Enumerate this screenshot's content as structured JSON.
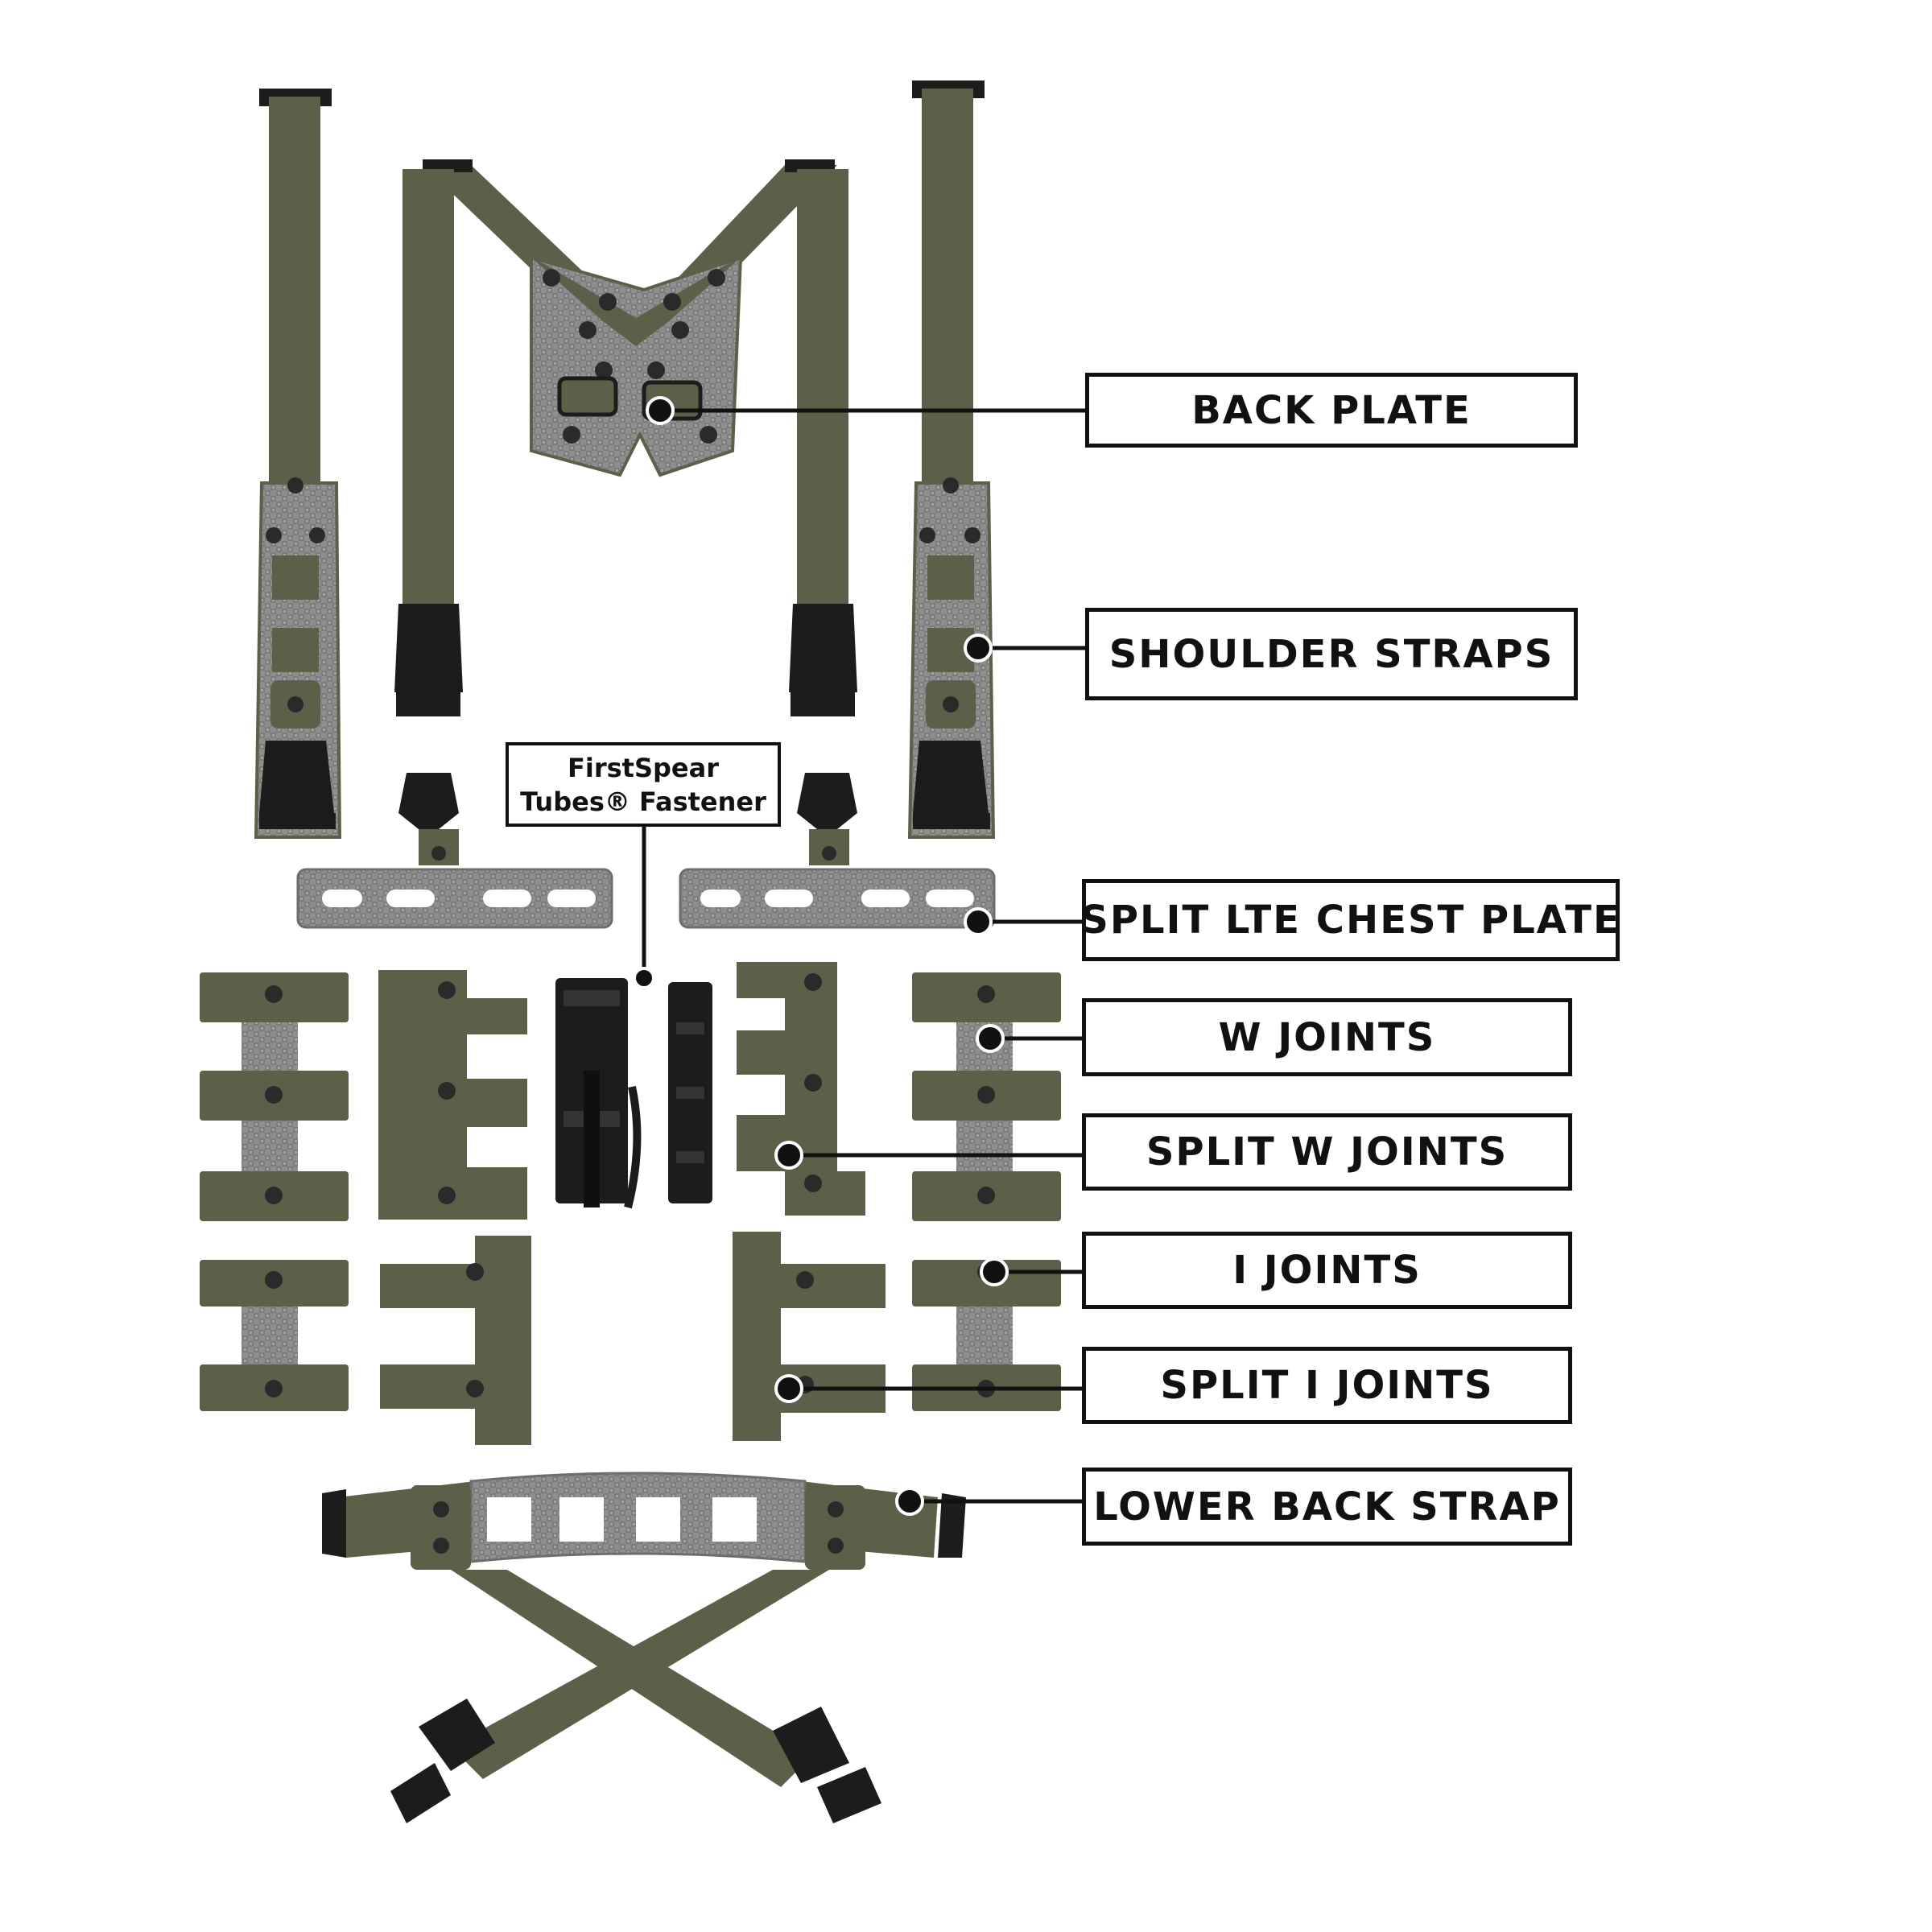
{
  "colors": {
    "webbing": "#5c6048",
    "webbing_dark": "#3f4232",
    "plate": "#8f8f8f",
    "plate_dark": "#6d6d6d",
    "hardware": "#1c1c1c",
    "grommet": "#2a2a2a",
    "line": "#111111",
    "background": "#ffffff"
  },
  "labels": {
    "back_plate": "BACK PLATE",
    "shoulder_straps": "SHOULDER STRAPS",
    "split_lte_chest_plate": "SPLIT LTE CHEST PLATE",
    "w_joints": "W JOINTS",
    "split_w_joints": "SPLIT W JOINTS",
    "i_joints": "I JOINTS",
    "split_i_joints": "SPLIT I JOINTS",
    "lower_back_strap": "LOWER BACK STRAP"
  },
  "fastener_label": {
    "line1": "FirstSpear",
    "line2": "Tubes® Fastener"
  }
}
